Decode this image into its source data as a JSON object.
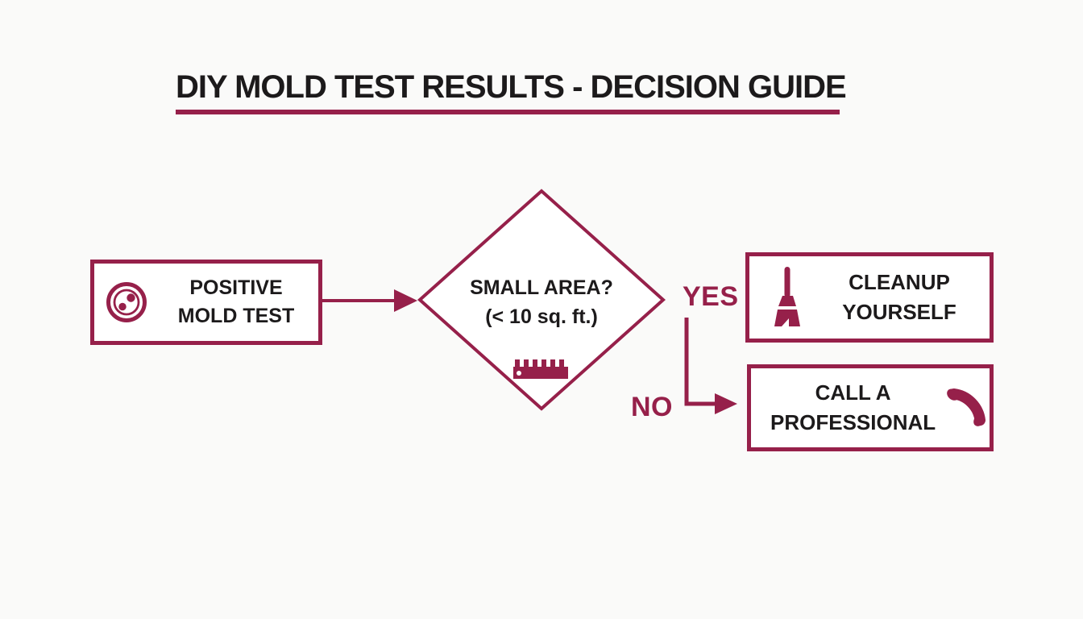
{
  "colors": {
    "accent": "#96204a",
    "ink": "#1c1a1b",
    "background": "#fafaf9",
    "node_fill": "#ffffff"
  },
  "title": {
    "text": "DIY MOLD TEST RESULTS - DECISION GUIDE"
  },
  "nodes": {
    "start": {
      "line1": "POSITIVE",
      "line2": "MOLD TEST",
      "icon": "petri-dish-icon"
    },
    "decision": {
      "line1": "SMALL AREA?",
      "line2": "(< 10 sq. ft.)",
      "icon": "ruler-icon"
    },
    "cleanup": {
      "line1": "CLEANUP",
      "line2": "YOURSELF",
      "icon": "broom-icon"
    },
    "professional": {
      "line1": "CALL A",
      "line2": "PROFESSIONAL",
      "icon": "phone-icon"
    }
  },
  "labels": {
    "yes": "YES",
    "no": "NO"
  }
}
